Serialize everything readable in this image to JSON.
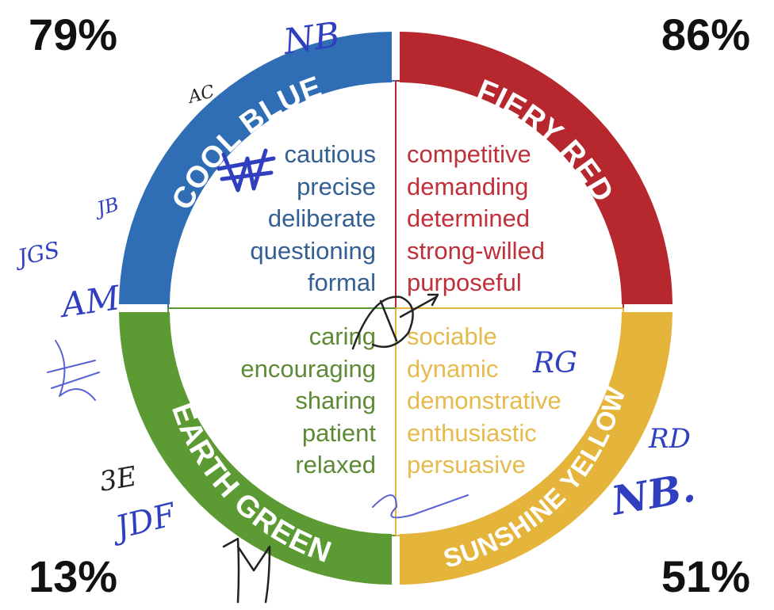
{
  "percentages": {
    "top_left": "79%",
    "top_right": "86%",
    "bottom_left": "13%",
    "bottom_right": "51%"
  },
  "quadrants": {
    "cool_blue": {
      "label": "COOL BLUE",
      "color": "#2f6db5",
      "text_color": "#335f93",
      "traits": [
        "cautious",
        "precise",
        "deliberate",
        "questioning",
        "formal"
      ]
    },
    "fiery_red": {
      "label": "FIERY RED",
      "color": "#b7282e",
      "text_color": "#c0303a",
      "traits": [
        "competitive",
        "demanding",
        "determined",
        "strong-willed",
        "purposeful"
      ]
    },
    "earth_green": {
      "label": "EARTH GREEN",
      "color": "#5c9a33",
      "text_color": "#5d8a35",
      "traits": [
        "caring",
        "encouraging",
        "sharing",
        "patient",
        "relaxed"
      ]
    },
    "sunshine_yellow": {
      "label": "SUNSHINE YELLOW",
      "color": "#e5b53b",
      "text_color": "#e6ba4d",
      "traits": [
        "sociable",
        "dynamic",
        "demonstrative",
        "enthusiastic",
        "persuasive"
      ]
    }
  },
  "handwriting": {
    "blue_ink": "#2f3fbf",
    "initials": [
      "NB",
      "RG",
      "NB.",
      "RD",
      "JB",
      "JGS",
      "AM",
      "JDF",
      "3E",
      "AC"
    ]
  }
}
